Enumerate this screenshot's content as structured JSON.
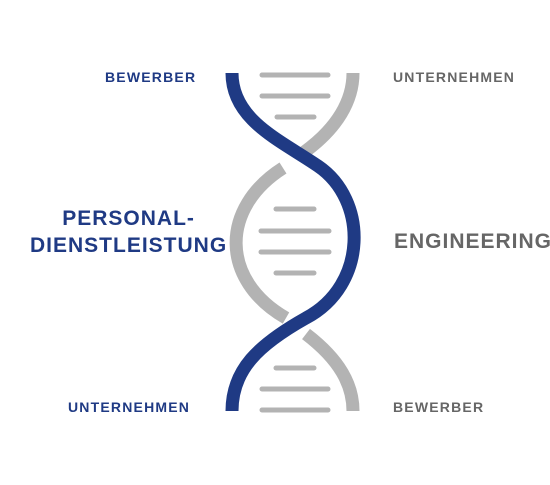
{
  "labels": {
    "top_left": "BEWERBER",
    "top_right": "UNTERNEHMEN",
    "bottom_left": "UNTERNEHMEN",
    "bottom_right": "BEWERBER",
    "middle_left_line1": "PERSONAL-",
    "middle_left_line2": "DIENSTLEISTUNG",
    "middle_right": "ENGINEERING"
  },
  "colors": {
    "blue": "#1f3a84",
    "gray": "#b3b3b3",
    "text_gray": "#666666"
  },
  "icon": "dna-double-helix"
}
